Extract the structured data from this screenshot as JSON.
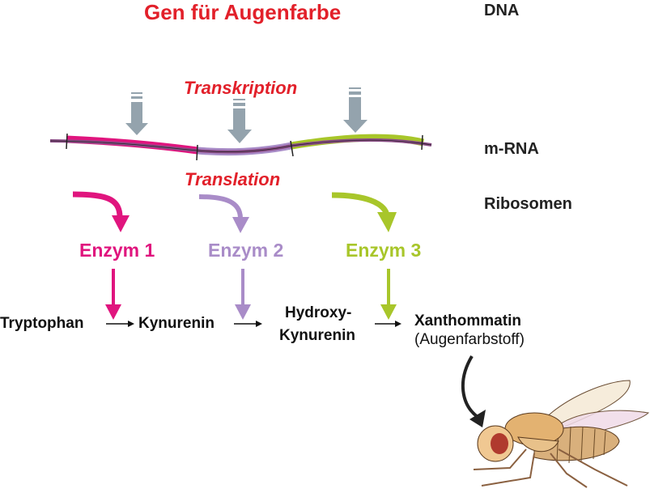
{
  "title": "Gen für  Augenfarbe",
  "labels": {
    "dna": "DNA",
    "mrna": "m-RNA",
    "ribosomes": "Ribosomen"
  },
  "processes": {
    "transcription": "Transkription",
    "translation": "Translation"
  },
  "enzymes": [
    {
      "label": "Enzym 1",
      "color": "#e0157e"
    },
    {
      "label": "Enzym 2",
      "color": "#a98cc8"
    },
    {
      "label": "Enzym 3",
      "color": "#a8c62a"
    }
  ],
  "molecules": {
    "m1": "Tryptophan",
    "m2": "Kynurenin",
    "m3a": "Hydroxy-",
    "m3b": "Kynurenin",
    "m4": "Xanthommatin",
    "m4_note": "(Augenfarbstoff)"
  },
  "colors": {
    "title": "#e2202a",
    "arrow_gray": "#94a3ad"
  }
}
